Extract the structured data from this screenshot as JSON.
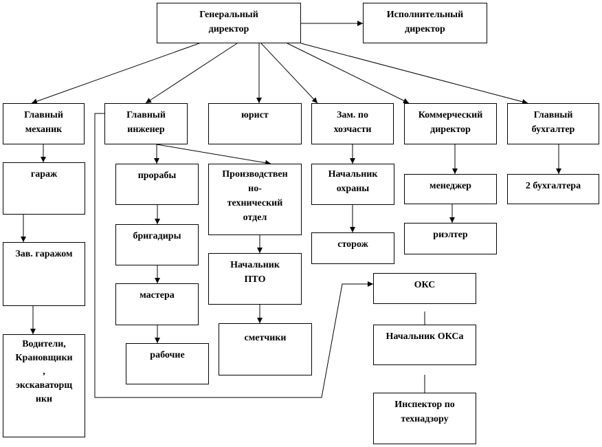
{
  "nodes": {
    "general_director": "Генеральный\nдиректор",
    "executive_director": "Исполнительный\nдиректор",
    "chief_mechanic": "Главный\nмеханик",
    "chief_engineer": "Главный\nинженер",
    "lawyer": "юрист",
    "deputy_admin": "Зам. по\nхозчасти",
    "commercial_director": "Коммерческий\nдиректор",
    "chief_accountant": "Главный\nбухгалтер",
    "garage": "гараж",
    "garage_head": "Зав. гаражом",
    "drivers": "Водители,\nКрановщики\n,\nэкскаваторщ\nики",
    "foremen": "прорабы",
    "brigadiers": "бригадиры",
    "masters": "мастера",
    "workers": "рабочие",
    "production_dept": "Производствен\nно-\nтехнический\nотдел",
    "pto_head": "Начальник\nПТО",
    "estimators": "сметчики",
    "security_head": "Начальник\nохраны",
    "watchman": "сторож",
    "manager": "менеджер",
    "realtor": "риэлтер",
    "accountants": "2 бухгалтера",
    "oks": "ОКС",
    "oks_head": "Начальник ОКСа",
    "tech_inspector": "Инспектор по\nтехнадзору"
  }
}
